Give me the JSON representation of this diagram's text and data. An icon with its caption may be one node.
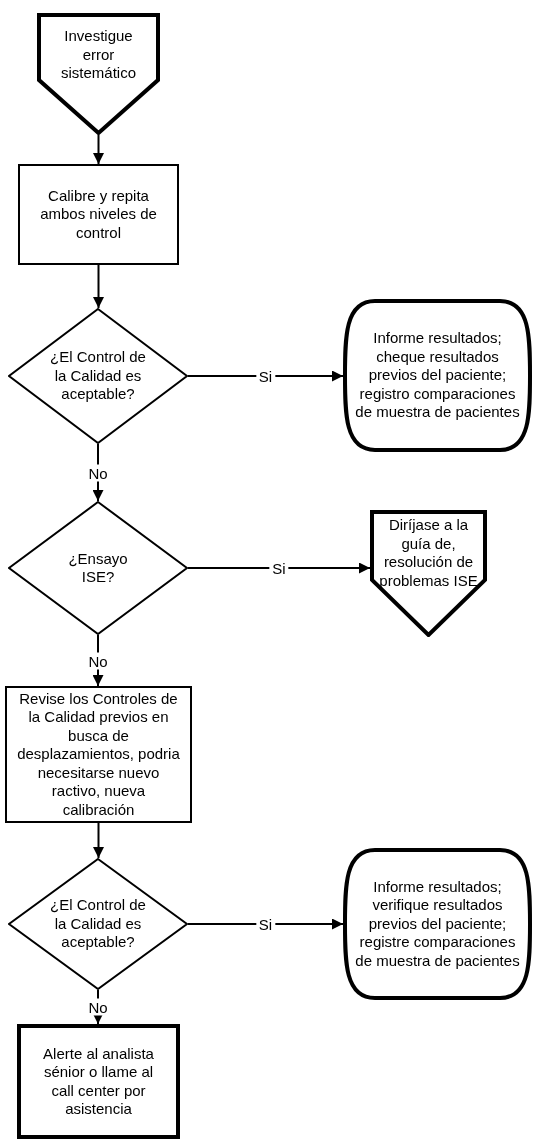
{
  "diagram": {
    "nodes": [
      {
        "text": [
          "Investigue error sistemático"
        ]
      },
      {
        "text": [
          "Calibre y repita ambos niveles de control"
        ]
      },
      {
        "text": [
          "¿El Control de la Calidad es aceptable?"
        ]
      },
      {
        "text": [
          "Informe resultados; cheque resultados previos del paciente; registro comparaciones de muestra de pacientes"
        ]
      },
      {
        "text": [
          "¿Ensayo ISE?"
        ]
      },
      {
        "text": [
          "Diríjase a la guía de, resolución de problemas ISE"
        ]
      },
      {
        "text": [
          "Revise los Controles de la Calidad previos en busca de desplazamientos, podria necesitarse nuevo ractivo, nueva calibración"
        ]
      },
      {
        "text": [
          "¿El Control de la Calidad es aceptable?"
        ]
      },
      {
        "text": [
          "Informe resultados; verifique resultados previos del paciente; registre comparaciones de muestra de pacientes"
        ]
      },
      {
        "text": [
          "Alerte al analista sénior o llame al call center por asistencia"
        ]
      }
    ],
    "edges": [
      {
        "from": 0,
        "to": 1,
        "arrow": "to"
      },
      {
        "from": 1,
        "to": 2,
        "arrow": "to"
      },
      {
        "from": 2,
        "to": 3,
        "arrow": "to",
        "label": "Si"
      },
      {
        "from": 2,
        "to": 4,
        "arrow": "to",
        "label": "No"
      },
      {
        "from": 4,
        "to": 5,
        "arrow": "to",
        "label": "Si"
      },
      {
        "from": 4,
        "to": 6,
        "arrow": "to",
        "label": "No"
      },
      {
        "from": 6,
        "to": 7,
        "arrow": "to"
      },
      {
        "from": 7,
        "to": 8,
        "arrow": "to",
        "label": "Si"
      },
      {
        "from": 7,
        "to": 9,
        "arrow": "to",
        "label": "No"
      }
    ]
  }
}
